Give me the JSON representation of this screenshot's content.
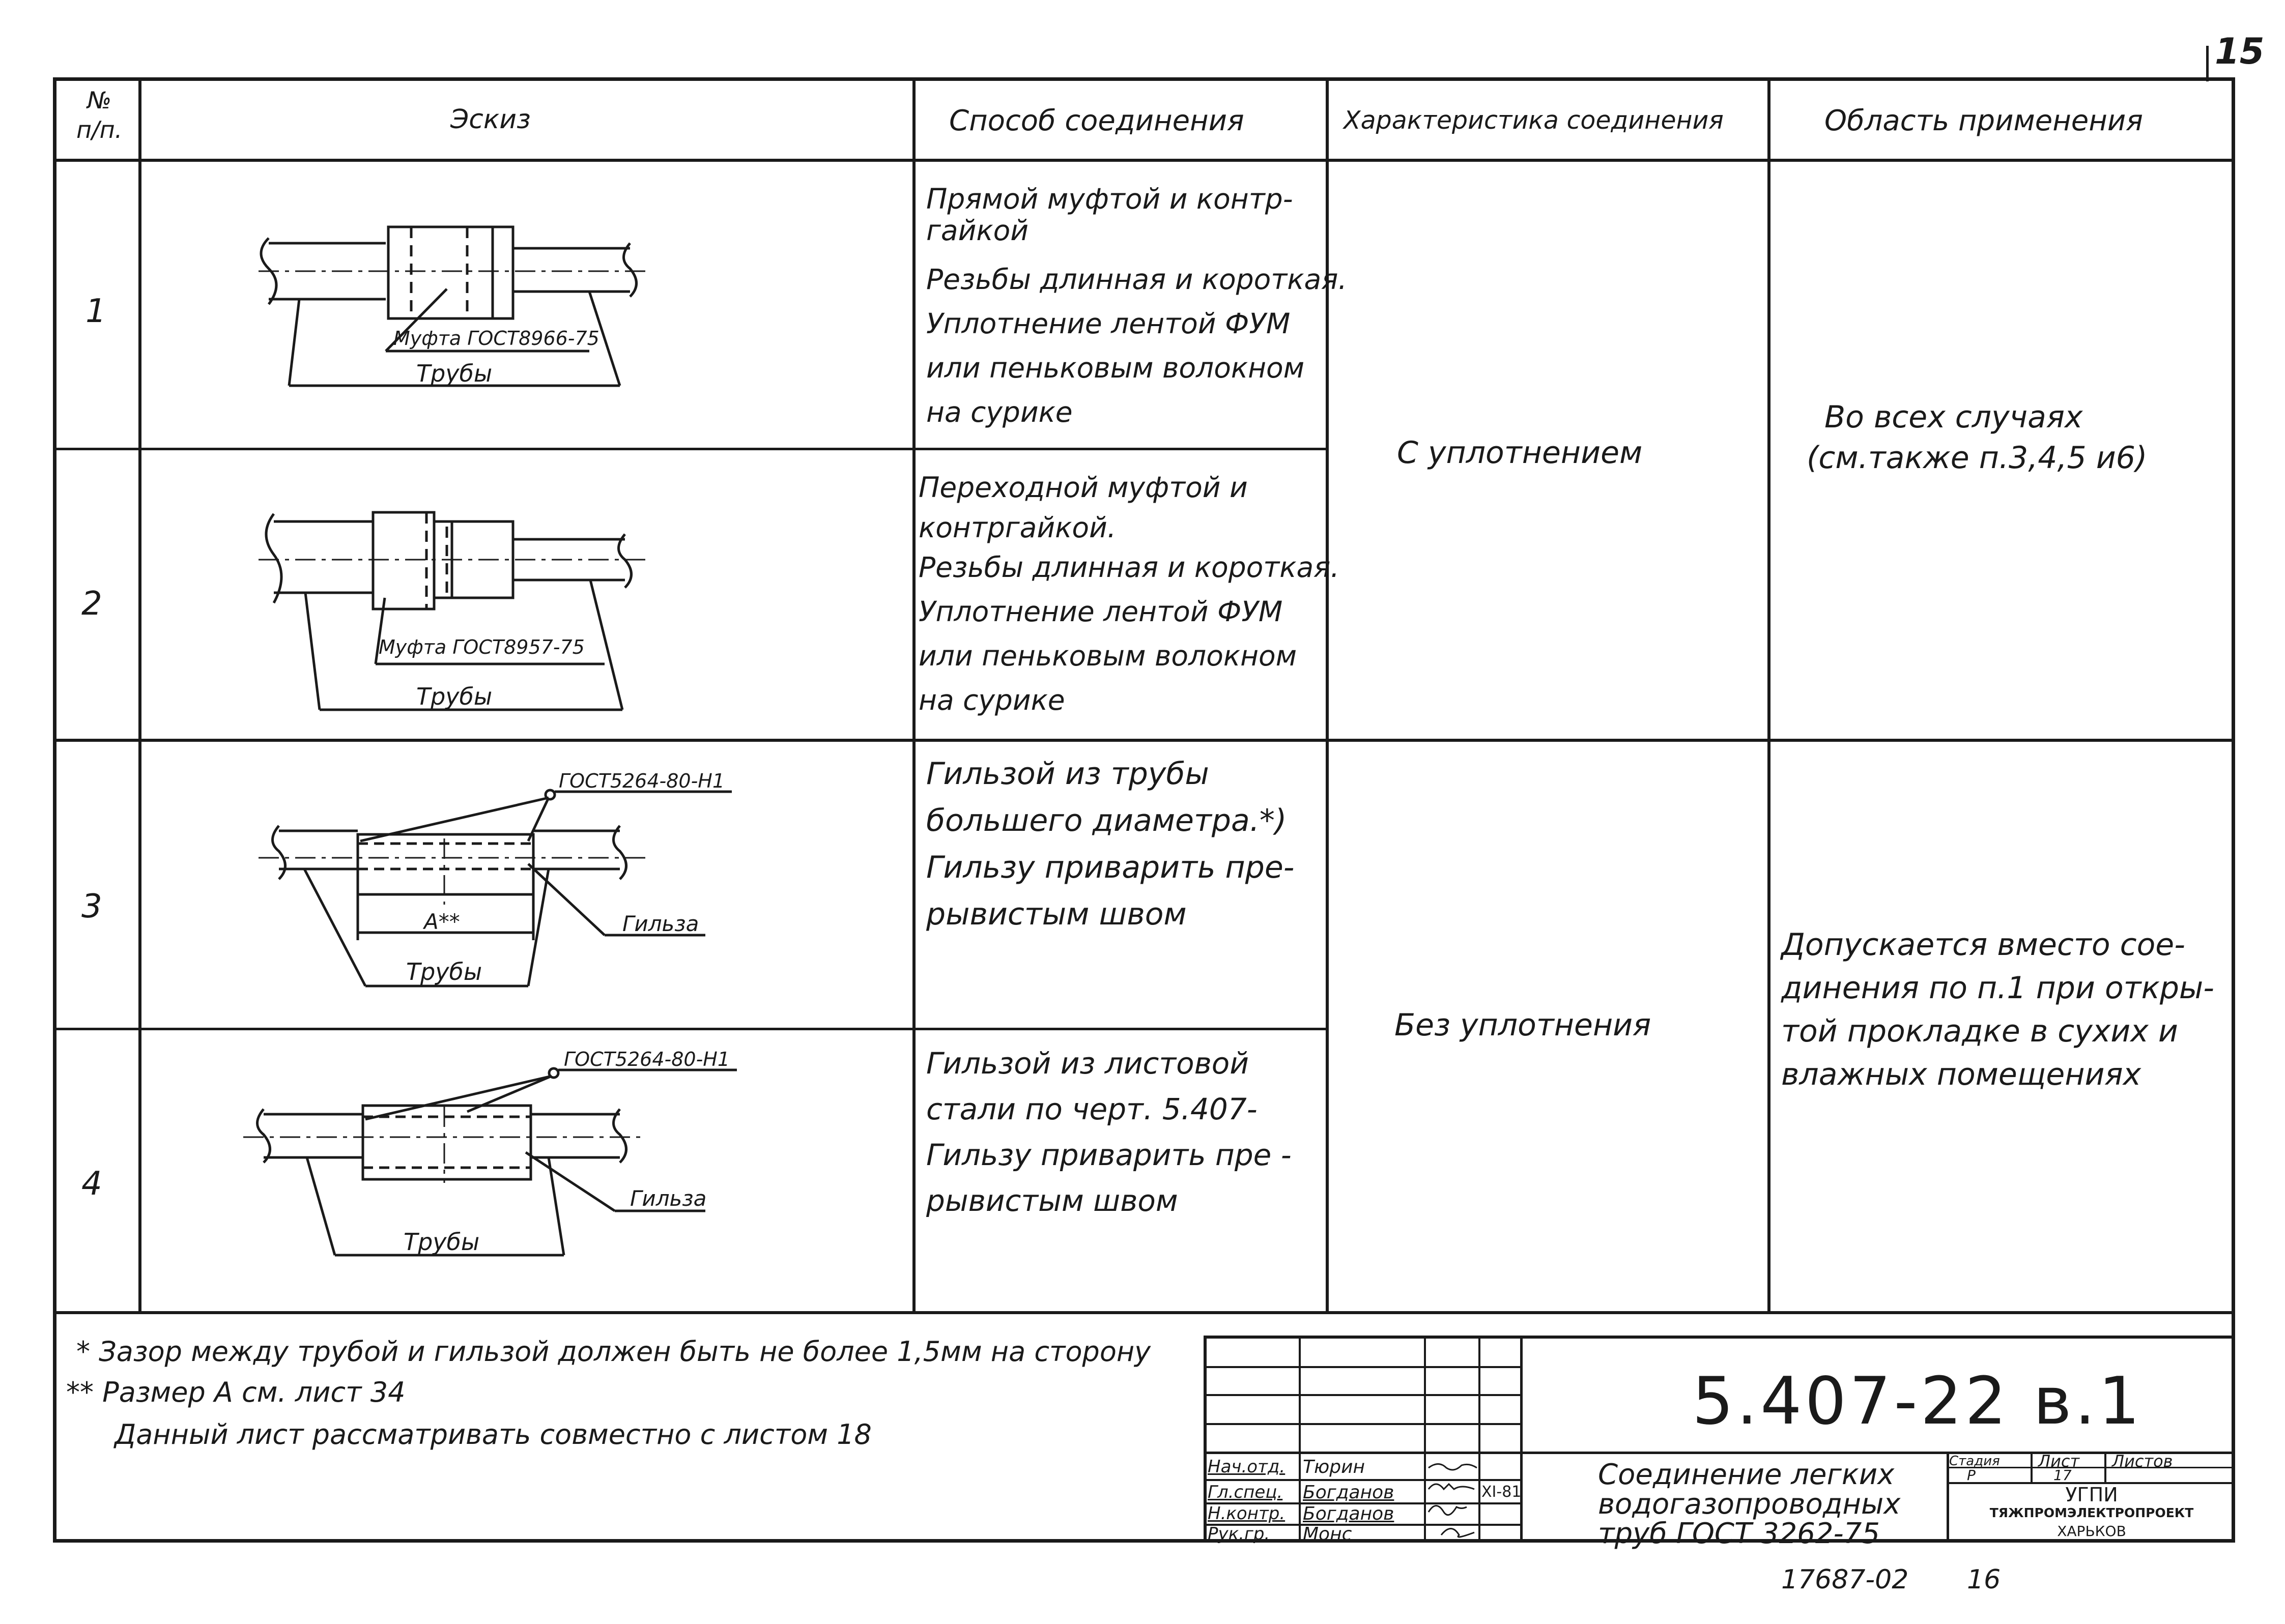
{
  "page_number": "15",
  "table": {
    "headers": {
      "num": [
        "№",
        "п/п."
      ],
      "sketch": "Эскиз",
      "method": "Способ соединения",
      "characteristic": "Характеристика соединения",
      "application": "Область применения"
    },
    "rows": [
      {
        "num": "1",
        "sketch_labels": [
          "Муфта ГОСТ8966-75",
          "Трубы"
        ],
        "method": [
          "Прямой муфтой и контр-",
          "гайкой",
          "Резьбы длинная и короткая.",
          "Уплотнение лентой ФУМ",
          "или пеньковым волокном",
          "на сурике"
        ]
      },
      {
        "num": "2",
        "sketch_labels": [
          "Муфта ГОСТ8957-75",
          "Трубы"
        ],
        "method": [
          "Переходной муфтой и",
          "контргайкой.",
          "Резьбы длинная и короткая.",
          "Уплотнение лентой ФУМ",
          "или пеньковым волокном",
          "на сурике"
        ]
      },
      {
        "num": "3",
        "sketch_labels": [
          "ГОСТ5264-80-Н1",
          "Гильза",
          "А**",
          "Трубы"
        ],
        "method": [
          "Гильзой из трубы",
          "большего диаметра.*)",
          "Гильзу приварить пре-",
          "рывистым швом"
        ]
      },
      {
        "num": "4",
        "sketch_labels": [
          "ГОСТ5264-80-Н1",
          "Гильза",
          "Трубы"
        ],
        "method": [
          "Гильзой из листовой",
          "стали по черт. 5.407-",
          "Гильзу приварить пре -",
          "рывистым швом"
        ]
      }
    ],
    "group_1": {
      "characteristic": "С уплотнением",
      "application": [
        "Во всех случаях",
        "(см.также п.3,4,5 и6)"
      ]
    },
    "group_2": {
      "characteristic": "Без уплотнения",
      "application": [
        "Допускается вместо сое-",
        "динения по п.1 при откры-",
        "той прокладке в сухих и",
        "влажных помещениях"
      ]
    }
  },
  "notes": [
    "* Зазор между трубой и гильзой должен быть не более 1,5мм на сторону",
    "** Размер А см. лист 34",
    "Данный лист рассматривать совместно с листом 18"
  ],
  "title_block": {
    "doc_code": "5.407-22 в.1",
    "title": [
      "Соединение легких",
      "водогазопроводных",
      "труб ГОСТ 3262-75"
    ],
    "stage_header": "Стадия",
    "sheet_header": "Лист",
    "sheets_header": "Листов",
    "stage": "Р",
    "sheet": "17",
    "org": [
      "УГПИ",
      "ТЯЖПРОМЭЛЕКТРОПРОЕКТ",
      "ХАРЬКОВ"
    ],
    "signatures": [
      {
        "role": "Нач.отд.",
        "name": "Тюрин",
        "date": ""
      },
      {
        "role": "Гл.спец.",
        "name": "Богданов",
        "date": "XI-81"
      },
      {
        "role": "Н.контр.",
        "name": "Богданов",
        "date": ""
      },
      {
        "role": "Рук.гр.",
        "name": "Монс",
        "date": ""
      }
    ]
  },
  "footer_stamp": "17687-02",
  "footer_number": "16"
}
